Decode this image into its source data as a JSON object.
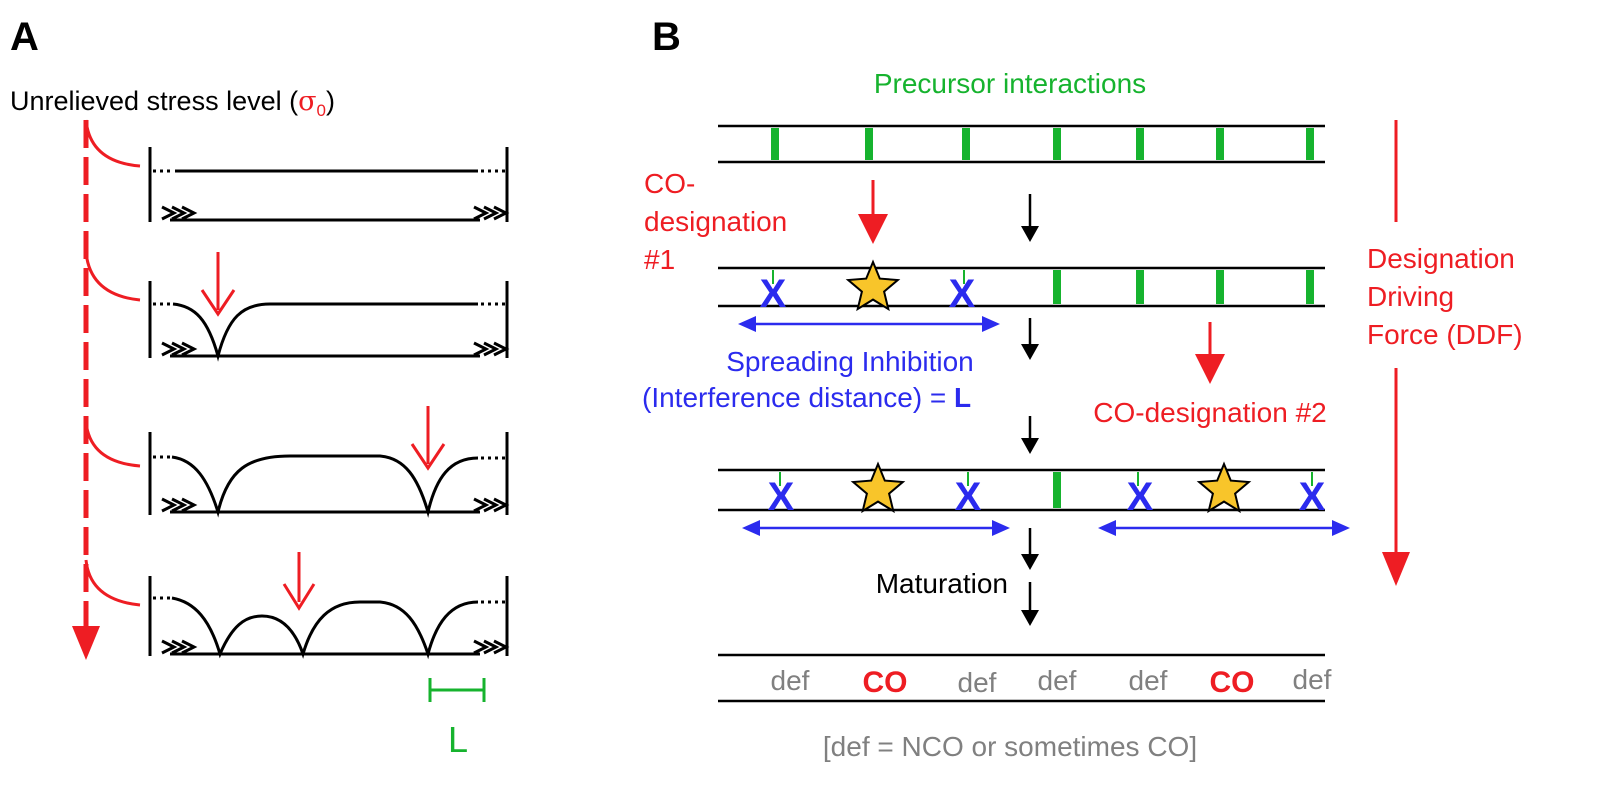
{
  "panel_a": {
    "label": "A",
    "stress_title": "Unrelieved stress level (",
    "stress_symbol": "σ",
    "stress_subscript": "0",
    "stress_close": ")",
    "length_label": "L"
  },
  "panel_b": {
    "label": "B",
    "precursor_title": "Precursor interactions",
    "designation1": [
      "CO-",
      "designation",
      "#1"
    ],
    "spreading": [
      "Spreading Inhibition",
      "(Interference distance) = "
    ],
    "spreading_L": "L",
    "designation2": "CO-designation #2",
    "ddf": [
      "Designation",
      "Driving",
      "Force (DDF)"
    ],
    "maturation": "Maturation",
    "crossover_marker": "X",
    "outcomes": [
      "def",
      "CO",
      "def",
      "def",
      "def",
      "CO",
      "def"
    ],
    "footnote": "[def = NCO or sometimes CO]"
  },
  "colors": {
    "red": "#ee1d23",
    "green": "#16b32e",
    "blue": "#2b2bee",
    "gray": "#808080",
    "star": "#f8c52a",
    "black": "#000000"
  }
}
